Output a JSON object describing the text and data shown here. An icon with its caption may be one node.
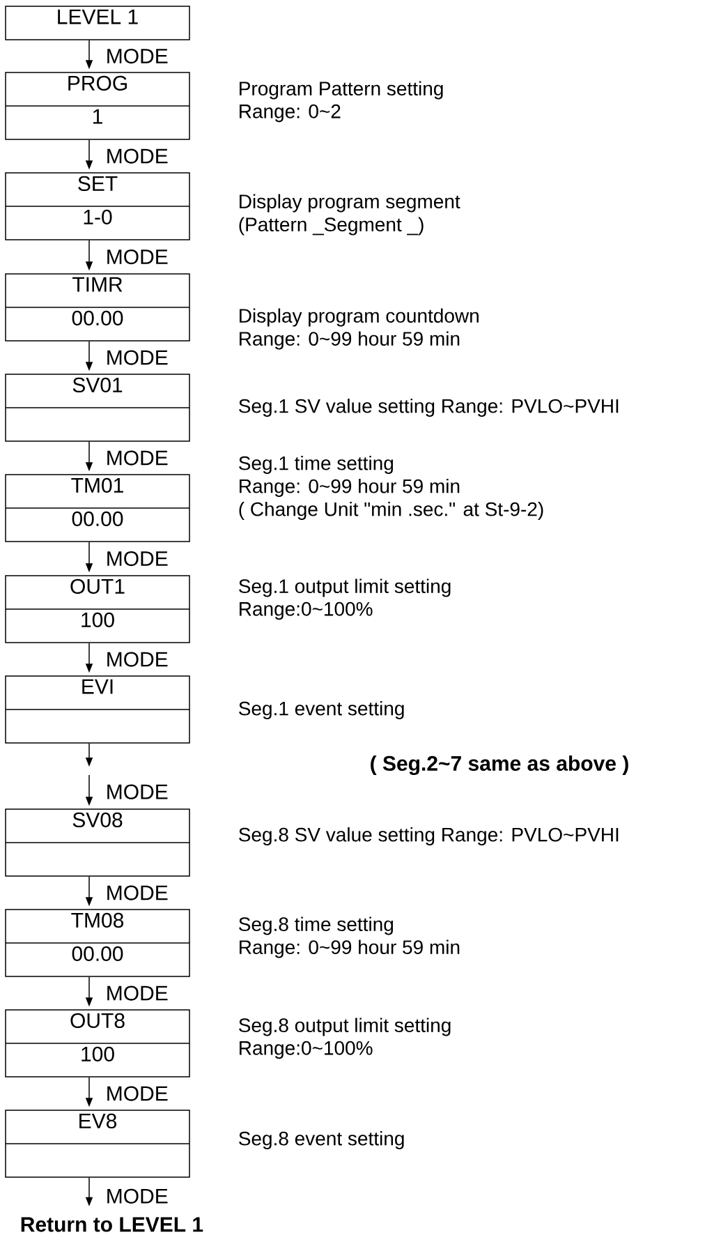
{
  "diagram": {
    "nodes": [
      {
        "text": [
          "LEVEL 1"
        ]
      },
      {
        "text": [
          "PROG",
          "1"
        ],
        "beside": [
          "Program Pattern setting",
          "Range: 0~2"
        ]
      },
      {
        "text": [
          "SET",
          "1-0"
        ],
        "beside": [
          "Display program segment",
          "(Pattern _Segment _)"
        ]
      },
      {
        "text": [
          "TIMR",
          "00.00"
        ],
        "beside": [
          "Display program countdown",
          "Range: 0~99 hour 59 min"
        ]
      },
      {
        "text": [
          "SV01"
        ],
        "beside": [
          "Seg.1 SV value setting Range: PVLO~PVHI"
        ]
      },
      {
        "text": [
          "TM01",
          "00.00"
        ],
        "beside": [
          "Seg.1 time setting",
          "Range: 0~99 hour 59 min",
          "( Change Unit \"min .sec.\" at St-9-2)"
        ]
      },
      {
        "text": [
          "OUT1",
          "100"
        ],
        "beside": [
          "Seg.1 output limit setting",
          "Range:0~100%"
        ]
      },
      {
        "text": [
          "EVI"
        ],
        "beside": [
          "Seg.1 event setting"
        ]
      },
      {
        "text": [
          "SV08"
        ],
        "beside": [
          "Seg.8 SV value setting Range: PVLO~PVHI"
        ]
      },
      {
        "text": [
          "TM08",
          "00.00"
        ],
        "beside": [
          "Seg.8 time setting",
          "Range: 0~99 hour 59 min"
        ]
      },
      {
        "text": [
          "OUT8",
          "100"
        ],
        "beside": [
          "Seg.8 output limit setting",
          "Range:0~100%"
        ]
      },
      {
        "text": [
          "EV8"
        ],
        "beside": [
          "Seg.8 event setting"
        ]
      },
      {
        "text": [
          "Return to LEVEL 1"
        ]
      }
    ],
    "edges": [
      {
        "from": 0,
        "to": 1,
        "arrow": "to",
        "label": "MODE"
      },
      {
        "from": 1,
        "to": 2,
        "arrow": "to",
        "label": "MODE"
      },
      {
        "from": 2,
        "to": 3,
        "arrow": "to",
        "label": "MODE"
      },
      {
        "from": 3,
        "to": 4,
        "arrow": "to",
        "label": "MODE"
      },
      {
        "from": 4,
        "to": 5,
        "arrow": "to",
        "label": "MODE"
      },
      {
        "from": 5,
        "to": 6,
        "arrow": "to",
        "label": "MODE"
      },
      {
        "from": 6,
        "to": 7,
        "arrow": "to",
        "label": "MODE"
      },
      {
        "from": 7,
        "to": null,
        "arrow": "to"
      },
      {
        "from": null,
        "to": 8,
        "arrow": "to",
        "label": "MODE"
      },
      {
        "from": 8,
        "to": 9,
        "arrow": "to",
        "label": "MODE"
      },
      {
        "from": 9,
        "to": 10,
        "arrow": "to",
        "label": "MODE"
      },
      {
        "from": 10,
        "to": 11,
        "arrow": "to",
        "label": "MODE"
      },
      {
        "from": 11,
        "to": 12,
        "arrow": "to",
        "label": "MODE"
      }
    ],
    "labels": [
      "( Seg.2~7 same as above )"
    ]
  }
}
